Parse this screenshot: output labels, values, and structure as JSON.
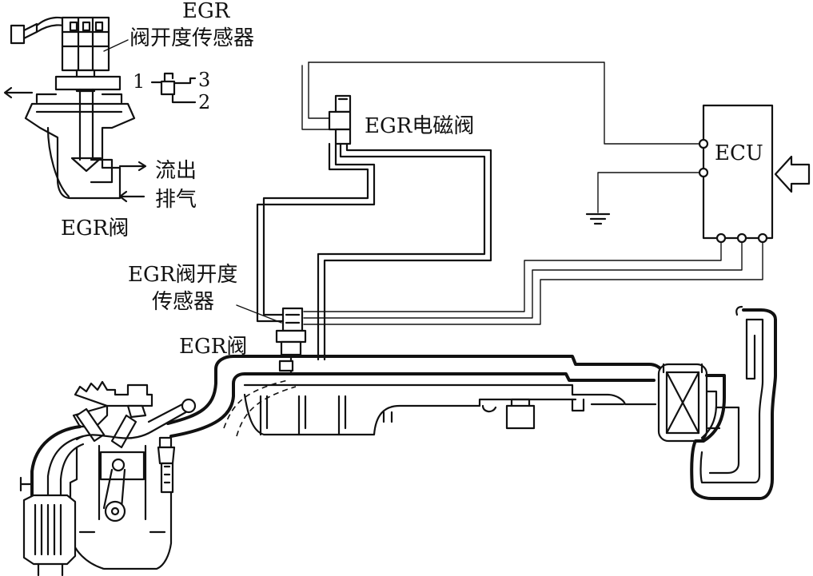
{
  "labels": {
    "egr_top_line1": "EGR",
    "egr_top_line2": "阀开度传感器",
    "pin_1": "1",
    "pin_2": "2",
    "pin_3": "3",
    "outflow": "流出",
    "exhaust": "排气",
    "egr_valve_left": "EGR阀",
    "egr_solenoid": "EGR电磁阀",
    "ecu": "ECU",
    "egr_sensor_line1": "EGR阀开度",
    "egr_sensor_line2": "传感器",
    "egr_valve_center": "EGR阀"
  }
}
